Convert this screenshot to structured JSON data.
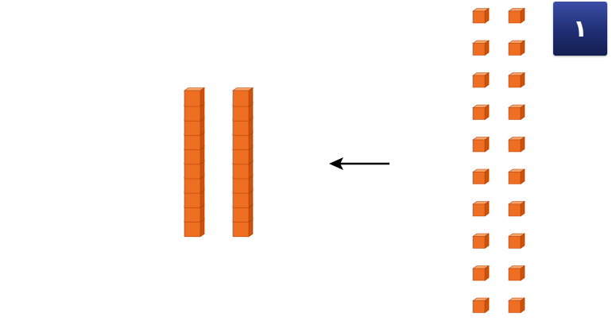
{
  "badge": {
    "number": "١",
    "color": "#25347f",
    "text_color": "#ffffff"
  },
  "colors": {
    "cube_front": "#ee6e22",
    "cube_top": "#f7a468",
    "cube_side": "#c9540f",
    "arrow": "#000000"
  },
  "groups": {
    "single_cubes": {
      "columns": 2,
      "per_column": 10
    },
    "rods": {
      "count": 2,
      "cubes_per_rod": 10
    }
  },
  "arrow": {
    "direction": "left"
  }
}
